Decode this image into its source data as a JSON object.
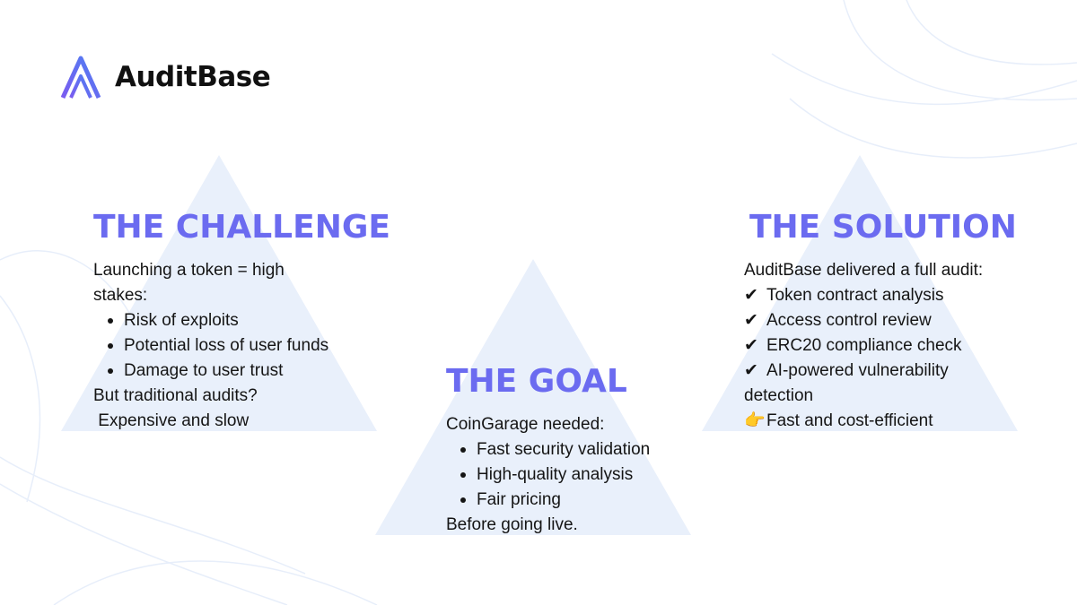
{
  "brand": {
    "name": "AuditBase",
    "accent_color": "#6b6bf0",
    "logo_icon": "auditbase-logo-icon"
  },
  "challenge": {
    "heading": "THE CHALLENGE",
    "intro_line1": "Launching a token = high",
    "intro_line2": "stakes:",
    "bullets": [
      "Risk of exploits",
      "Potential loss of user funds",
      "Damage to user trust"
    ],
    "question": "But traditional audits?",
    "answer": " Expensive and slow"
  },
  "goal": {
    "heading": "THE GOAL",
    "intro": "CoinGarage needed:",
    "bullets": [
      "Fast security validation",
      "High-quality analysis",
      "Fair pricing"
    ],
    "outro": "Before going live."
  },
  "solution": {
    "heading": "THE SOLUTION",
    "intro": "AuditBase delivered a full audit:",
    "check_mark": "✔",
    "checks": [
      "Token contract analysis",
      "Access control review",
      "ERC20 compliance check",
      "AI-powered vulnerability"
    ],
    "check_continuation": "detection",
    "pointer_mark": "👉",
    "highlight": "Fast and cost-efficient"
  },
  "colors": {
    "triangle": "#e9f0fb",
    "heading": "#6b6bf0",
    "text": "#151515"
  }
}
